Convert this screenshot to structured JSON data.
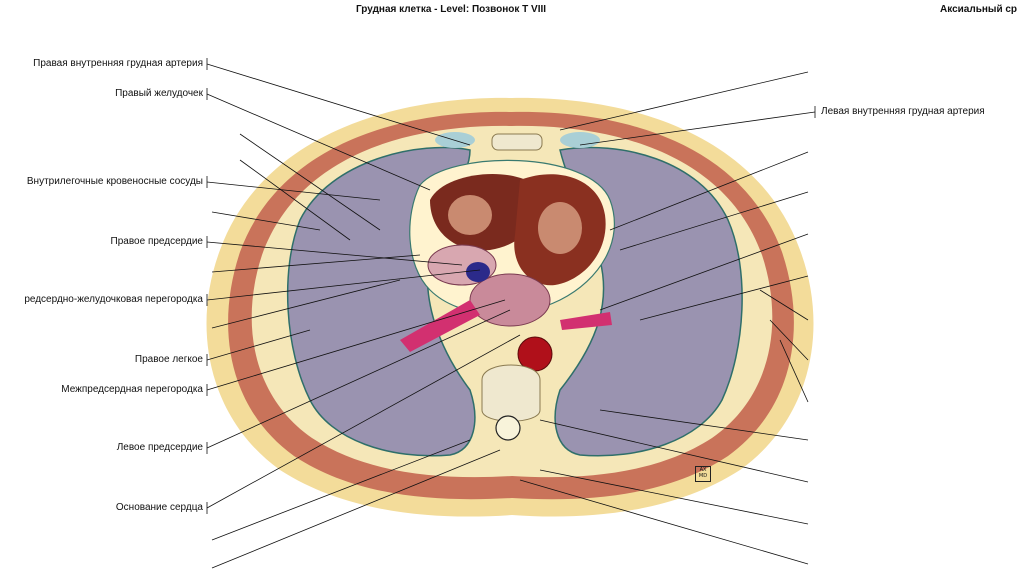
{
  "header": {
    "title": "Грудная клетка - Level: Позвонок T VIII",
    "view": "Аксиальный ср"
  },
  "labels_left": [
    "Правая внутренняя грудная артерия",
    "Правый желудочек",
    "Внутрилегочные кровеносные сосуды",
    "Правое предсердие",
    "редсердно-желудочковая перегородка",
    "Правое легкое",
    "Межпредсердная перегородка",
    "Левое предсердие",
    "Основание сердца"
  ],
  "labels_right": [
    "Левая внутренняя грудная артерия"
  ],
  "logo_text": "AX MD",
  "colors": {
    "skin": "#f3dc9a",
    "muscle": "#c9735a",
    "lung": "#9a93b0",
    "heart": "#7a2a1e",
    "aorta": "#b0101a",
    "bone": "#efe8cf"
  }
}
